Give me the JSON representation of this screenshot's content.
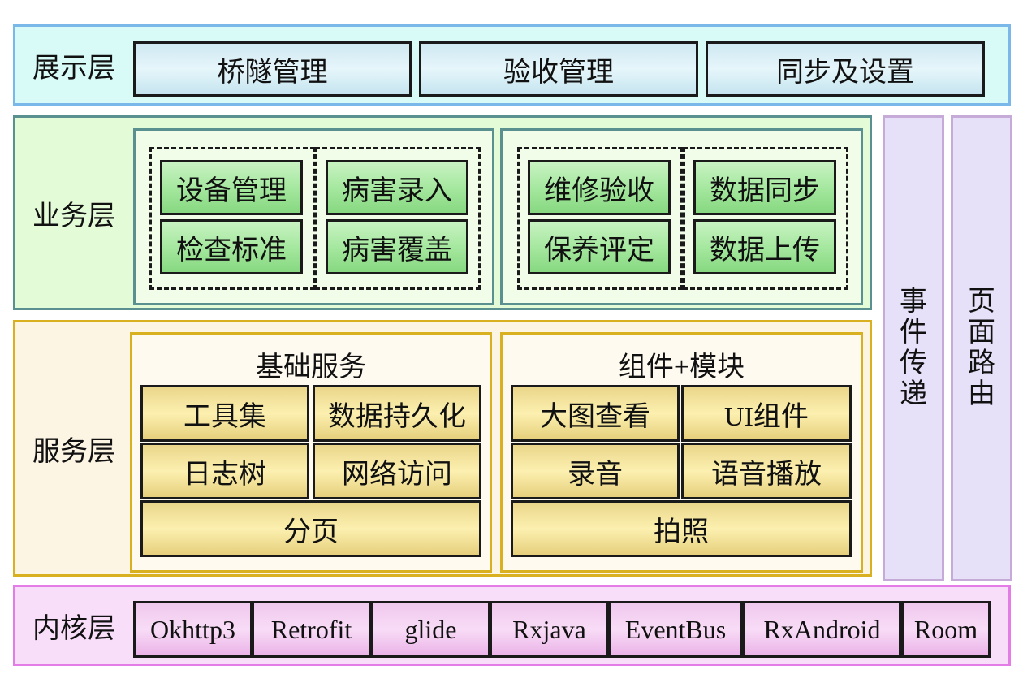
{
  "presentation_layer": {
    "label": "展示层",
    "modules": [
      "桥隧管理",
      "验收管理",
      "同步及设置"
    ]
  },
  "business_layer": {
    "label": "业务层",
    "groups": [
      {
        "subgroups": [
          {
            "items": [
              "设备管理",
              "检查标准"
            ]
          },
          {
            "items": [
              "病害录入",
              "病害覆盖"
            ]
          }
        ]
      },
      {
        "subgroups": [
          {
            "items": [
              "维修验收",
              "保养评定"
            ]
          },
          {
            "items": [
              "数据同步",
              "数据上传"
            ]
          }
        ]
      }
    ]
  },
  "service_layer": {
    "label": "服务层",
    "groups": [
      {
        "title": "基础服务",
        "items": [
          "工具集",
          "数据持久化",
          "日志树",
          "网络访问",
          "分页"
        ]
      },
      {
        "title": "组件+模块",
        "items": [
          "大图查看",
          "UI组件",
          "录音",
          "语音播放",
          "拍照"
        ]
      }
    ]
  },
  "cross_cutting": {
    "event_bus": "事件传递",
    "page_router": "页面路由"
  },
  "kernel_layer": {
    "label": "内核层",
    "libraries": [
      "Okhttp3",
      "Retrofit",
      "glide",
      "Rxjava",
      "EventBus",
      "RxAndroid",
      "Room"
    ]
  },
  "colors": {
    "presentation_bg": "#d8fbf7",
    "presentation_border": "#7bb8ea",
    "business_bg": "#e4fbd8",
    "business_border": "#5a9090",
    "service_bg": "#fdf5e4",
    "service_border": "#d9b020",
    "cross_cutting_bg": "#e6e0f8",
    "cross_cutting_border": "#c6aad8",
    "kernel_bg": "#f9defa",
    "kernel_border": "#e37ce6"
  }
}
